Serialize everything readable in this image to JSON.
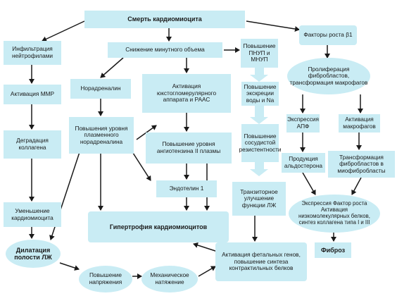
{
  "nodes": {
    "cardiomyocyte_death": "Смерть кардиомиоцита",
    "growth_factors": "Факторы роста β1",
    "neutrophil_infiltration": "Инфильтрация нейтрофилами",
    "mmp_activation": "Активация ММР",
    "collagen_degradation": "Деградация коллагена",
    "cardiomyocyte_decrease": "Уменьшение кардиомиоцита",
    "lv_dilation": "Дилатация полости ЛЖ",
    "cardiac_output_decrease": "Снижение минутного объема",
    "noradrenaline": "Норадреналин",
    "plasma_noradrenaline": "Повышения уровня плазменного норадреналина",
    "jga_raas_activation": "Активация юкстогломерулярного аппарата и РААС",
    "angiotensin_increase": "Повышение уровня ангиотензина II плазмы",
    "endothelin": "Эндотелин 1",
    "hypertrophy": "Гипертрофия кардиомиоцитов",
    "pnup_mnup": "Повышение ПНУП и МНУП",
    "water_na_excretion": "Повышение экскреции воды и Na",
    "vascular_resistance": "Повышение сосудистой резистентности",
    "transient_improvement": "Транзиторное улучшение функции ЛЖ",
    "fetal_genes": "Активация фетальных генов, повышение синтеза контрактильных белков",
    "tension_increase": "Повышение напряжения",
    "mechanical_stretch": "Механическое натяжение",
    "fibroblast_proliferation": "Пролиферация фибробластов, трансформация макрофагов",
    "apf_expression": "Экспрессия АПФ",
    "macrophage_activation": "Активация макрофагов",
    "aldosterone_production": "Продукция альдостерона",
    "myofibroblast_transformation": "Трансформация фибробластов в миофибробласты",
    "growth_factor_expression": "Экспрессия Фактор роста Активация низкомолекулярных белков, синтез коллагена типа I и III",
    "fibrosis": "Фиброз"
  },
  "colors": {
    "node_fill": "#c9ecf4",
    "arrow": "#1a1a1a",
    "block_arrow": "#c9ecf4"
  }
}
